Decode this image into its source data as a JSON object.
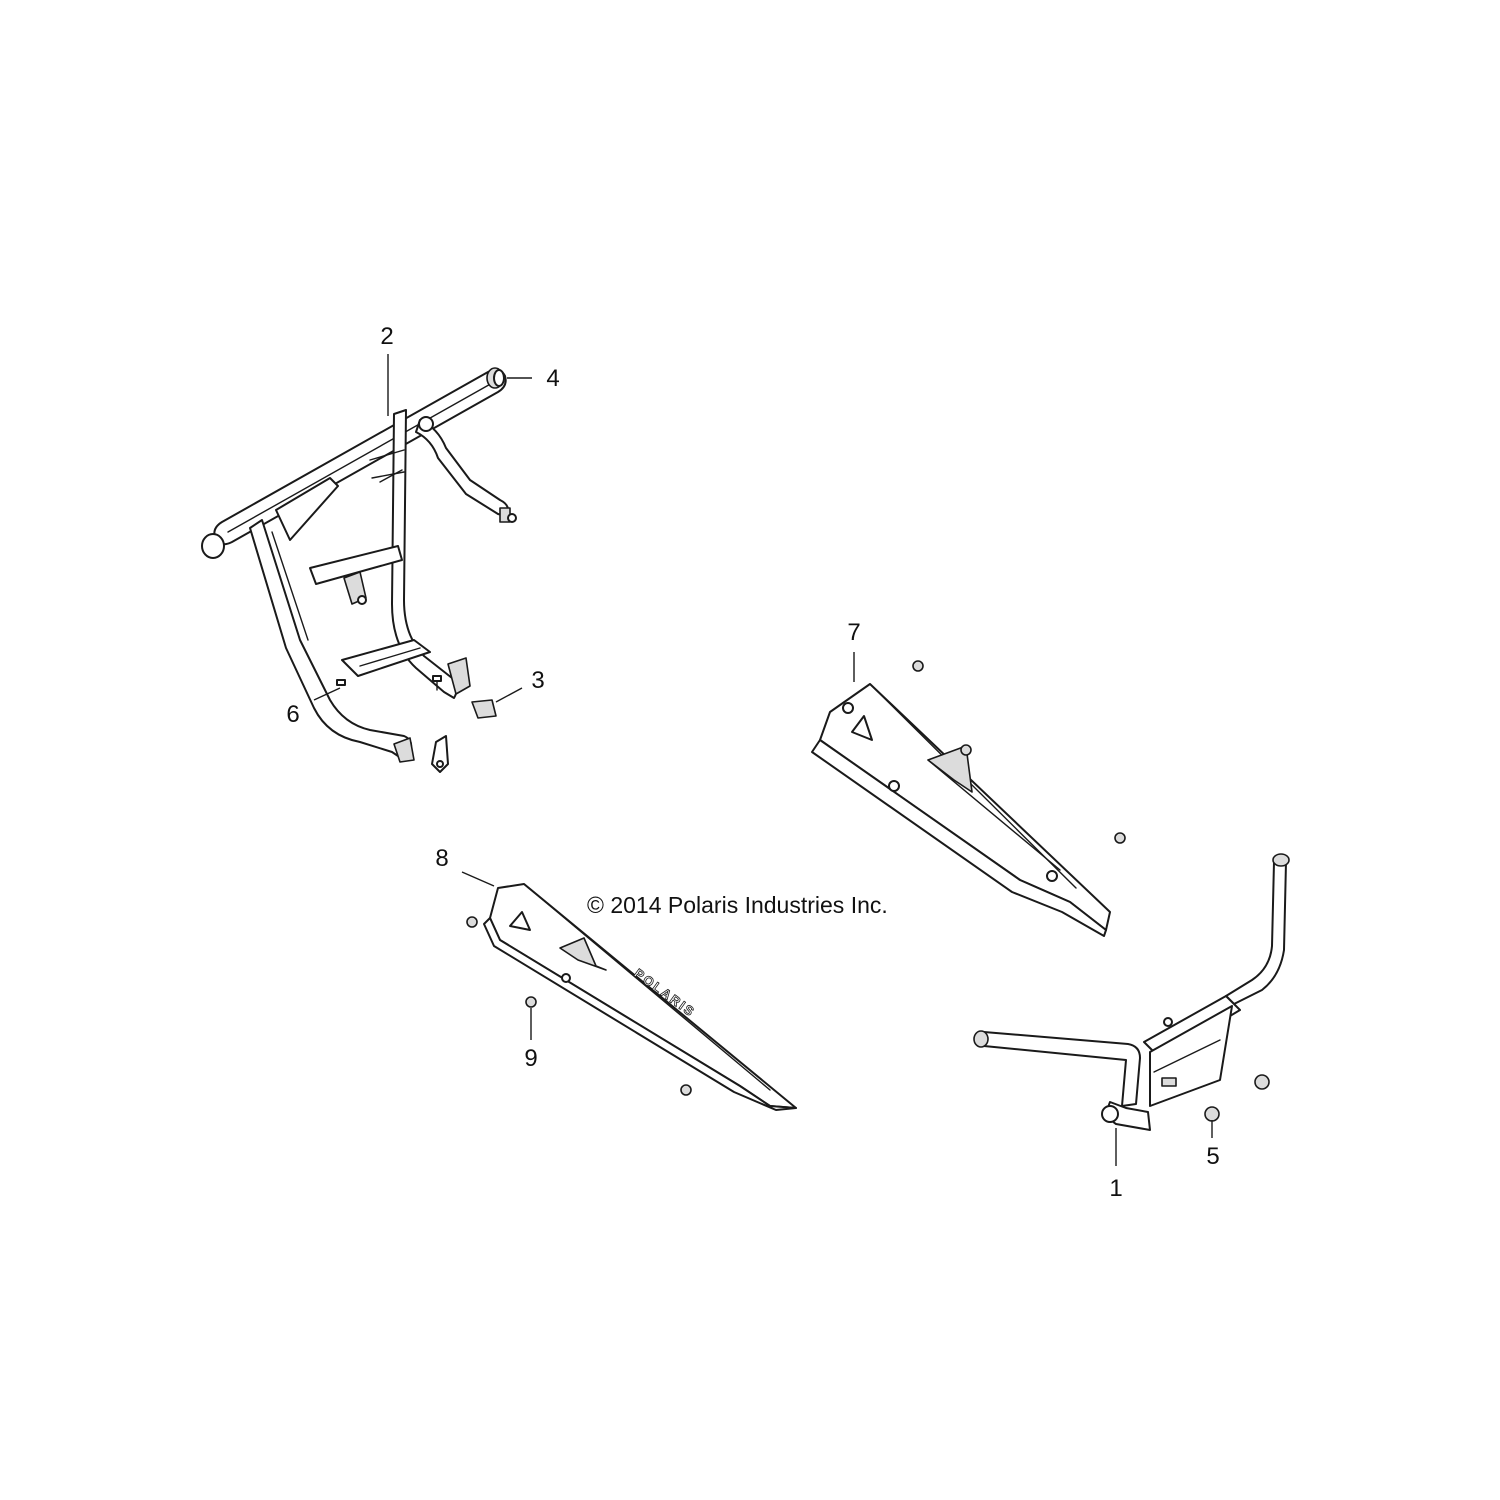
{
  "copyright": "© 2014 Polaris Industries Inc.",
  "brand_mark": "POLARIS",
  "callouts": {
    "c1": "1",
    "c2": "2",
    "c3": "3",
    "c4": "4",
    "c5": "5",
    "c6": "6",
    "c7": "7",
    "c8": "8",
    "c9": "9"
  },
  "colors": {
    "line": "#1a1a1a",
    "background": "#ffffff",
    "shade": "#dcdcdc"
  }
}
